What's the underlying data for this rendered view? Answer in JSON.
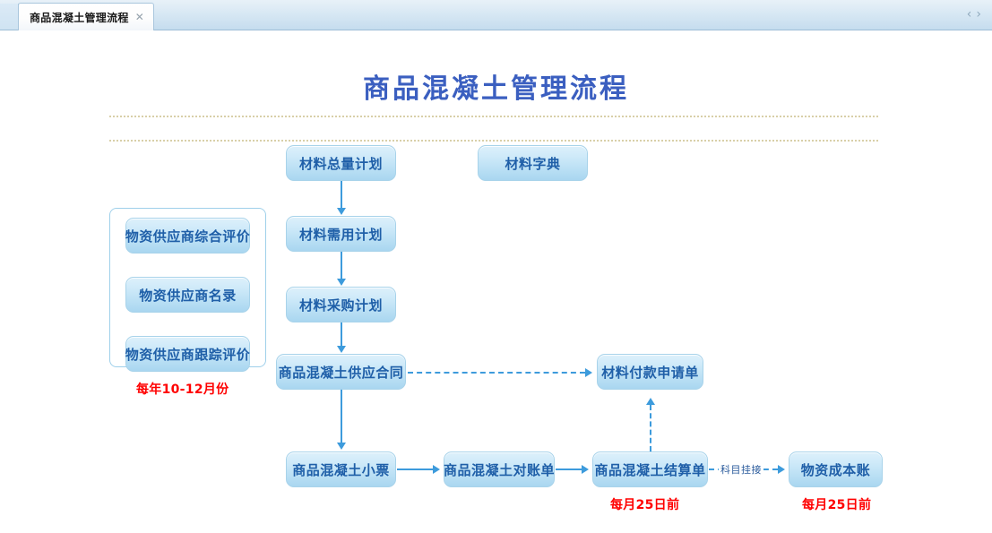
{
  "window": {
    "tab": {
      "label": "商品混凝土管理流程",
      "close_icon": "close-icon",
      "close_glyph": "✕"
    },
    "nav": {
      "prev_glyph": "‹",
      "next_glyph": "›"
    }
  },
  "diagram": {
    "title": "商品混凝土管理流程",
    "accent_color": "#1f5fa8",
    "title_color": "#3b5fc0",
    "connector_color": "#3d9bdc",
    "note_color": "#ff0000",
    "divider_color": "#d8cfa8",
    "nodes": [
      {
        "id": "material-total-plan",
        "label": "材料总量计划"
      },
      {
        "id": "material-dictionary",
        "label": "材料字典"
      },
      {
        "id": "material-demand-plan",
        "label": "材料需用计划"
      },
      {
        "id": "material-purchase-plan",
        "label": "材料采购计划"
      },
      {
        "id": "concrete-supply-contract",
        "label": "商品混凝土供应合同"
      },
      {
        "id": "material-payment-request",
        "label": "材料付款申请单"
      },
      {
        "id": "concrete-ticket",
        "label": "商品混凝土小票"
      },
      {
        "id": "concrete-statement",
        "label": "商品混凝土对账单"
      },
      {
        "id": "concrete-settlement",
        "label": "商品混凝土结算单"
      },
      {
        "id": "material-cost-ledger",
        "label": "物资成本账"
      }
    ],
    "supplier_group": {
      "items": [
        {
          "id": "supplier-overall-evaluation",
          "label": "物资供应商综合评价"
        },
        {
          "id": "supplier-directory",
          "label": "物资供应商名录"
        },
        {
          "id": "supplier-tracking-evaluation",
          "label": "物资供应商跟踪评价"
        }
      ],
      "note": "每年10-12月份"
    },
    "edge_labels": [
      {
        "id": "subject-linkage",
        "label": "科目挂接"
      }
    ],
    "notes": [
      {
        "id": "settlement-deadline",
        "label": "每月25日前"
      },
      {
        "id": "cost-ledger-deadline",
        "label": "每月25日前"
      }
    ]
  }
}
